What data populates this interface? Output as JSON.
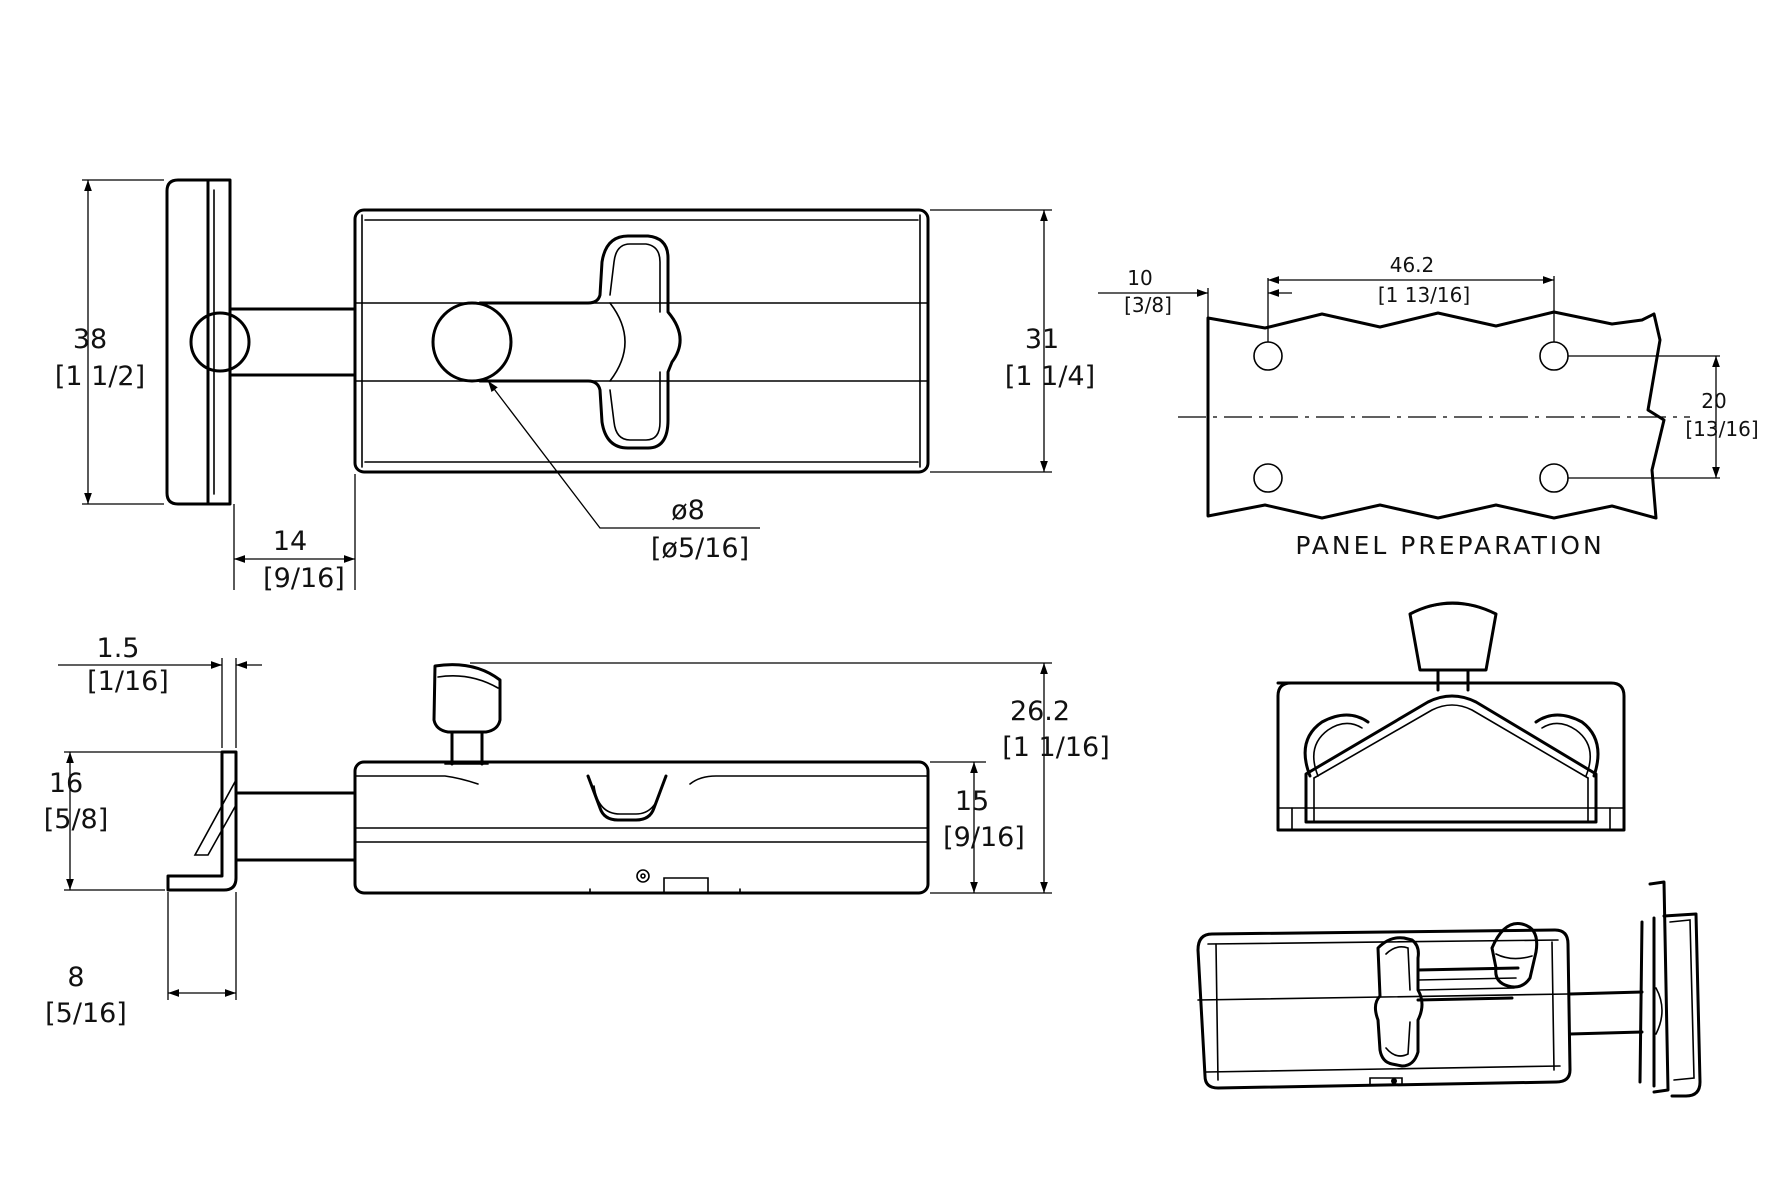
{
  "dimensions": {
    "height_total": {
      "mm": "38",
      "inch": "[1 1/2]"
    },
    "body_height": {
      "mm": "31",
      "inch": "[1 1/4]"
    },
    "bolt_offset": {
      "mm": "14",
      "inch": "[9/16]"
    },
    "knob_diameter": {
      "mm": "ø8",
      "inch": "[ø5/16]"
    },
    "plate_thickness": {
      "mm": "1.5",
      "inch": "[1/16]"
    },
    "bracket_height": {
      "mm": "16",
      "inch": "[5/8]"
    },
    "bracket_foot": {
      "mm": "8",
      "inch": "[5/16]"
    },
    "overall_depth": {
      "mm": "26.2",
      "inch": "[1 1/16]"
    },
    "body_depth": {
      "mm": "15",
      "inch": "[9/16]"
    }
  },
  "panel": {
    "caption": "PANEL PREPARATION",
    "edge_offset": {
      "mm": "10",
      "inch": "[3/8]"
    },
    "hole_spacing_x": {
      "mm": "46.2",
      "inch": "[1 13/16]"
    },
    "hole_spacing_y": {
      "mm": "20",
      "inch": "[13/16]"
    }
  }
}
